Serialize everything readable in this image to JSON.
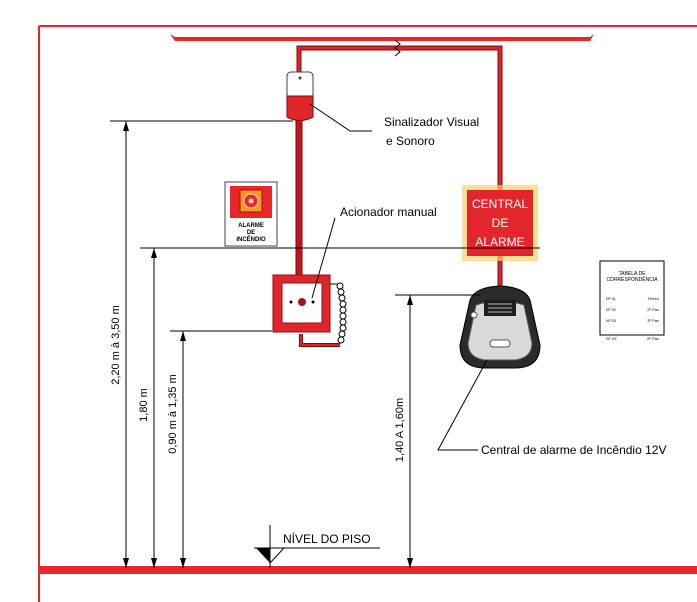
{
  "colors": {
    "frame": "#e8262b",
    "pipe": "#c4161c",
    "pipe_dark": "#7a0c10",
    "box_red": "#e0262b",
    "panel_red": "#e3262b",
    "panel_glow": "#f5d36a",
    "line": "#000000"
  },
  "labels": {
    "sinalizador_line1": "Sinalizador Visual",
    "sinalizador_line2": "e Sonoro",
    "acionador": "Acionador manual",
    "central_line1": "CENTRAL",
    "central_line2": "DE",
    "central_line3": "ALARME",
    "alarme_sign_line1": "ALARME",
    "alarme_sign_line2": "DE",
    "alarme_sign_line3": "INCÊNDIO",
    "central_incendio": "Central de alarme de Incêndio 12V",
    "nivel_piso": "NÍVEL DO PISO"
  },
  "dimensions": {
    "sinalizador_height": "2,20 m à 3,50 m",
    "panel_line_height": "1,80 m",
    "acionador_height": "0,90 m à 1,35 m",
    "central_height": "1,40 A 1,60m"
  },
  "table": {
    "title_line1": "TABELA DE",
    "title_line2": "CORRESPONDÊNCIA",
    "rows": [
      {
        "key": "Nº 01",
        "value": "Térreo"
      },
      {
        "key": "Nº 02",
        "value": "2º Pav"
      },
      {
        "key": "Nº 03",
        "value": "3º Pav"
      },
      {
        "key": "Nº XX",
        "value": "Xº Pav"
      }
    ]
  }
}
